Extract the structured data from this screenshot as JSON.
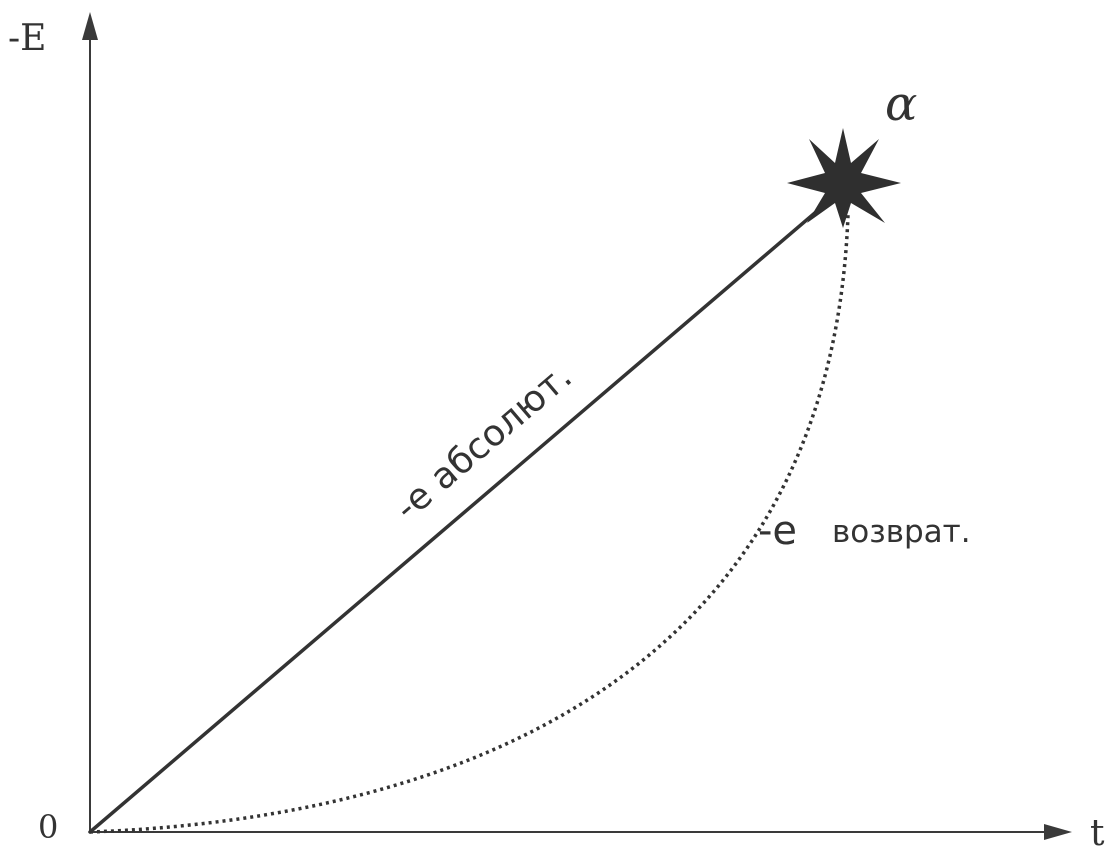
{
  "axes": {
    "y_label": "-E",
    "x_label": "t",
    "origin_label": "0"
  },
  "event": {
    "label": "α",
    "icon": "star-burst-icon"
  },
  "paths": {
    "absolute": {
      "label": "-e абсолют.",
      "style": "solid"
    },
    "return": {
      "label_prefix": "-е",
      "label_word": "возврат.",
      "style": "dotted"
    }
  },
  "colors": {
    "ink": "#333333",
    "background": "#ffffff"
  }
}
